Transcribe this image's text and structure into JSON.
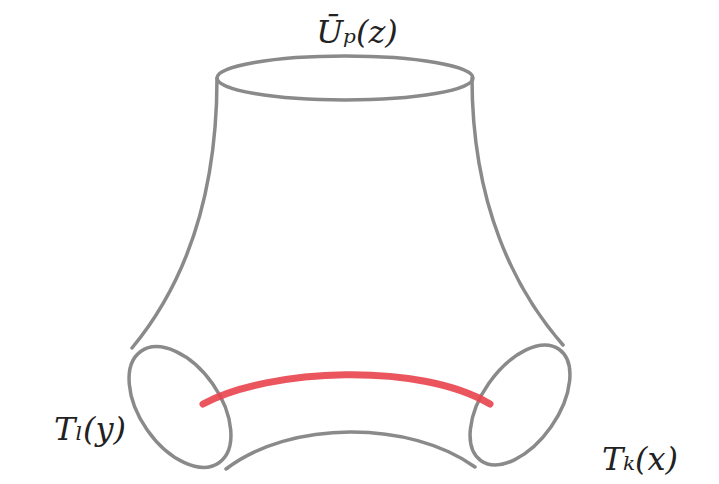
{
  "diagram": {
    "labels": [
      "Ūₚ(z)",
      "Tₗ(y)",
      "Tₖ(x)"
    ]
  }
}
